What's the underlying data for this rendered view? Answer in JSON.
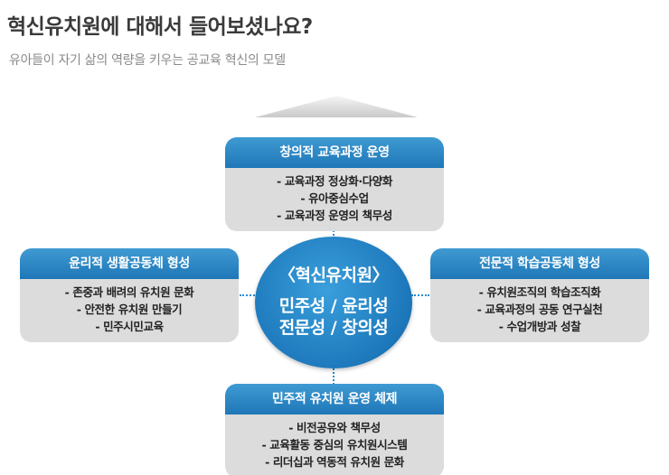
{
  "header": {
    "title": "혁신유치원에 대해서 들어보셨나요?",
    "subtitle": "유아들이 자기 삶의 역량을 키우는 공교육 혁신의 모델"
  },
  "center": {
    "title": "〈혁신유치원〉",
    "line1": "민주성 / 윤리성",
    "line2": "전문성 / 창의성"
  },
  "cards": {
    "top": {
      "title": "창의적 교육과정 운영",
      "items": [
        "- 교육과정 정상화·다양화",
        "- 유아중심수업",
        "- 교육과정 운영의 책무성"
      ]
    },
    "left": {
      "title": "윤리적 생활공동체 형성",
      "items": [
        "- 존중과 배려의 유치원 문화",
        "- 안전한 유치원 만들기",
        "- 민주시민교육"
      ]
    },
    "right": {
      "title": "전문적 학습공동체 형성",
      "items": [
        "- 유치원조직의 학습조직화",
        "- 교육과정의 공동 연구실천",
        "- 수업개방과 성찰"
      ]
    },
    "bottom": {
      "title": "민주적 유치원 운영 체제",
      "items": [
        "- 비전공유와 책무성",
        "- 교육활동 중심의 유치원시스템",
        "- 리더십과 역동적 유치원 문화"
      ]
    }
  }
}
